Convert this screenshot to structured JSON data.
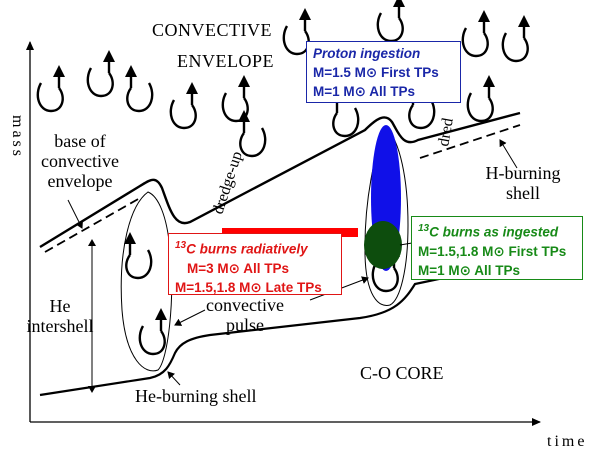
{
  "axes": {
    "y_label": "mass",
    "x_label": "time"
  },
  "regions": {
    "convective_title_1": "CONVECTIVE",
    "convective_title_2": "ENVELOPE",
    "core": "C-O CORE",
    "base_1": "base of",
    "base_2": "convective",
    "base_3": "envelope",
    "he_1": "He",
    "he_2": "intershell",
    "pulse_1": "convective",
    "pulse_2": "pulse",
    "he_burning": "He-burning shell",
    "h_1": "H-burning",
    "h_2": "shell",
    "dredge_1": "dredge-up",
    "dredge_2": "dred"
  },
  "boxes": {
    "proton": {
      "title": "Proton ingestion",
      "l1": "M=1.5 M⊙ First TPs",
      "l2": "M=1 M⊙ All TPs"
    },
    "radiative": {
      "title_sup": "13",
      "title": "C burns radiatively",
      "l1": "M=3 M⊙ All TPs",
      "l2": "M=1.5,1.8 M⊙ Late TPs"
    },
    "ingested": {
      "title_sup": "13",
      "title": "C burns as ingested",
      "l1": "M=1.5,1.8 M⊙ First TPs",
      "l2": "M=1 M⊙ All TPs"
    }
  },
  "colors": {
    "blue": "#1a27a8",
    "red": "#e01515",
    "green": "#178a17",
    "bar": "#ff0000",
    "blob_blue": "#1010e8",
    "blob_green": "#0d4d0d"
  }
}
